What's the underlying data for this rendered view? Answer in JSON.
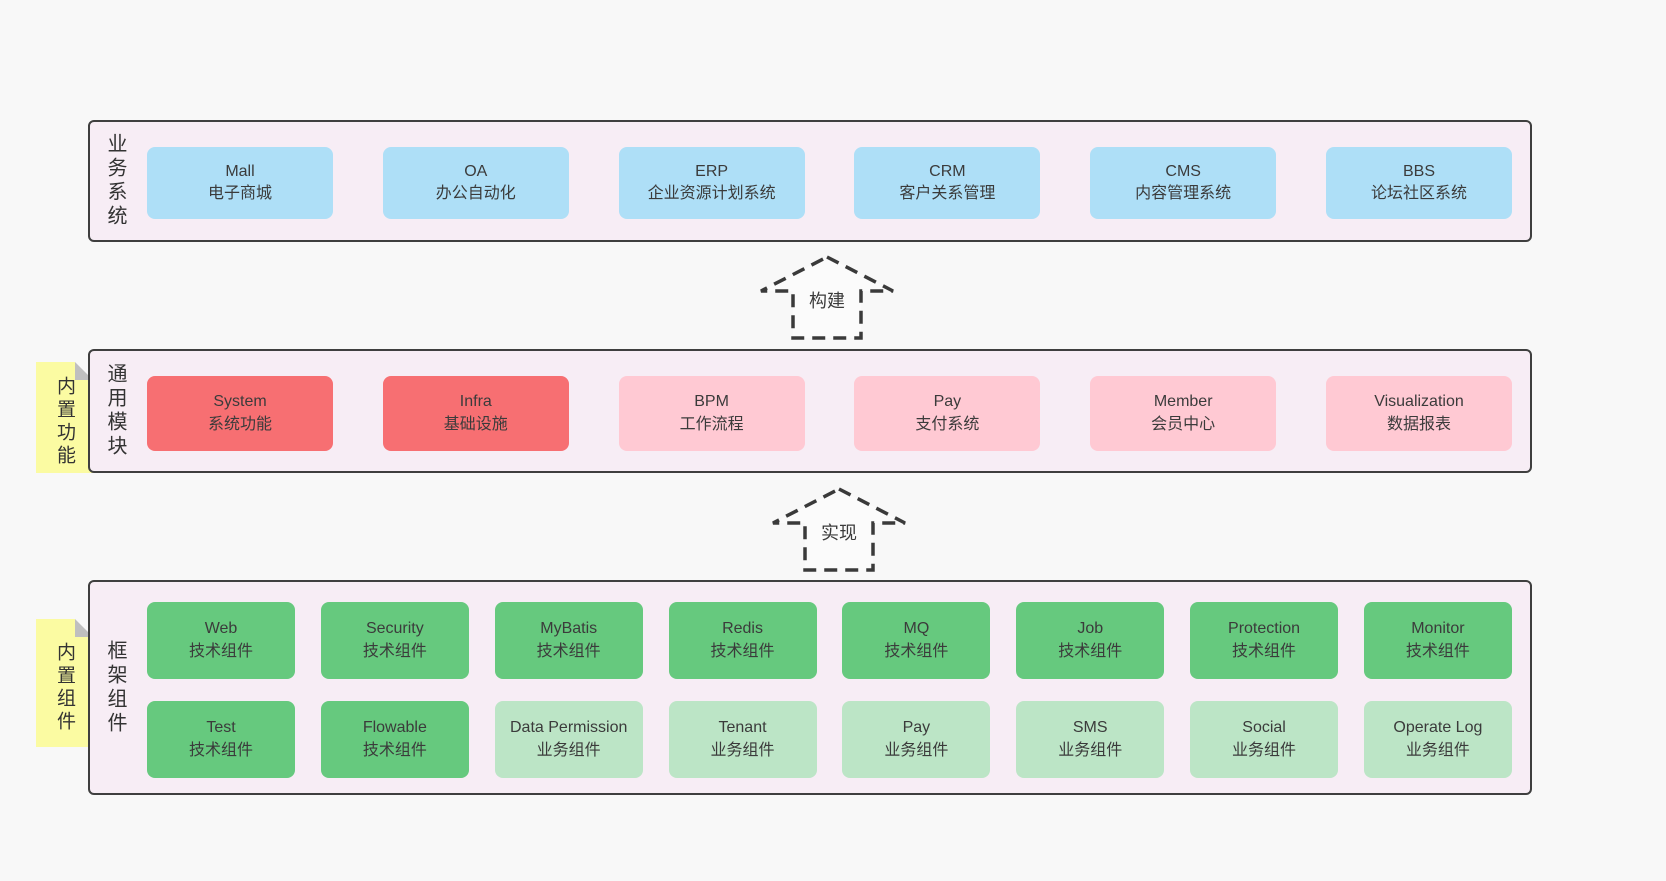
{
  "colors": {
    "page_bg": "#f8f8f8",
    "panel_bg": "#f7edf5",
    "panel_border": "#3f3f3f",
    "box_blue": "#aedff7",
    "box_red": "#f76f72",
    "box_pink": "#ffc9d3",
    "box_green": "#66c97e",
    "box_green_light": "#bce5c6",
    "tag_yellow": "#fbfba2",
    "text": "#3b3b3b"
  },
  "arrows": [
    {
      "label": "构建"
    },
    {
      "label": "实现"
    }
  ],
  "layers": [
    {
      "label": "业务系统",
      "boxes": [
        {
          "name": "Mall",
          "desc": "电子商城",
          "variant": "blue"
        },
        {
          "name": "OA",
          "desc": "办公自动化",
          "variant": "blue"
        },
        {
          "name": "ERP",
          "desc": "企业资源计划系统",
          "variant": "blue"
        },
        {
          "name": "CRM",
          "desc": "客户关系管理",
          "variant": "blue"
        },
        {
          "name": "CMS",
          "desc": "内容管理系统",
          "variant": "blue"
        },
        {
          "name": "BBS",
          "desc": "论坛社区系统",
          "variant": "blue"
        }
      ]
    },
    {
      "label": "通用模块",
      "tag": "内置功能",
      "boxes": [
        {
          "name": "System",
          "desc": "系统功能",
          "variant": "red"
        },
        {
          "name": "Infra",
          "desc": "基础设施",
          "variant": "red"
        },
        {
          "name": "BPM",
          "desc": "工作流程",
          "variant": "pink"
        },
        {
          "name": "Pay",
          "desc": "支付系统",
          "variant": "pink"
        },
        {
          "name": "Member",
          "desc": "会员中心",
          "variant": "pink"
        },
        {
          "name": "Visualization",
          "desc": "数据报表",
          "variant": "pink"
        }
      ]
    },
    {
      "label": "框架组件",
      "tag": "内置组件",
      "rows": [
        [
          {
            "name": "Web",
            "desc": "技术组件",
            "variant": "green"
          },
          {
            "name": "Security",
            "desc": "技术组件",
            "variant": "green"
          },
          {
            "name": "MyBatis",
            "desc": "技术组件",
            "variant": "green"
          },
          {
            "name": "Redis",
            "desc": "技术组件",
            "variant": "green"
          },
          {
            "name": "MQ",
            "desc": "技术组件",
            "variant": "green"
          },
          {
            "name": "Job",
            "desc": "技术组件",
            "variant": "green"
          },
          {
            "name": "Protection",
            "desc": "技术组件",
            "variant": "green"
          },
          {
            "name": "Monitor",
            "desc": "技术组件",
            "variant": "green"
          }
        ],
        [
          {
            "name": "Test",
            "desc": "技术组件",
            "variant": "green"
          },
          {
            "name": "Flowable",
            "desc": "技术组件",
            "variant": "green"
          },
          {
            "name": "Data Permission",
            "desc": "业务组件",
            "variant": "green-light"
          },
          {
            "name": "Tenant",
            "desc": "业务组件",
            "variant": "green-light"
          },
          {
            "name": "Pay",
            "desc": "业务组件",
            "variant": "green-light"
          },
          {
            "name": "SMS",
            "desc": "业务组件",
            "variant": "green-light"
          },
          {
            "name": "Social",
            "desc": "业务组件",
            "variant": "green-light"
          },
          {
            "name": "Operate Log",
            "desc": "业务组件",
            "variant": "green-light"
          }
        ]
      ]
    }
  ]
}
